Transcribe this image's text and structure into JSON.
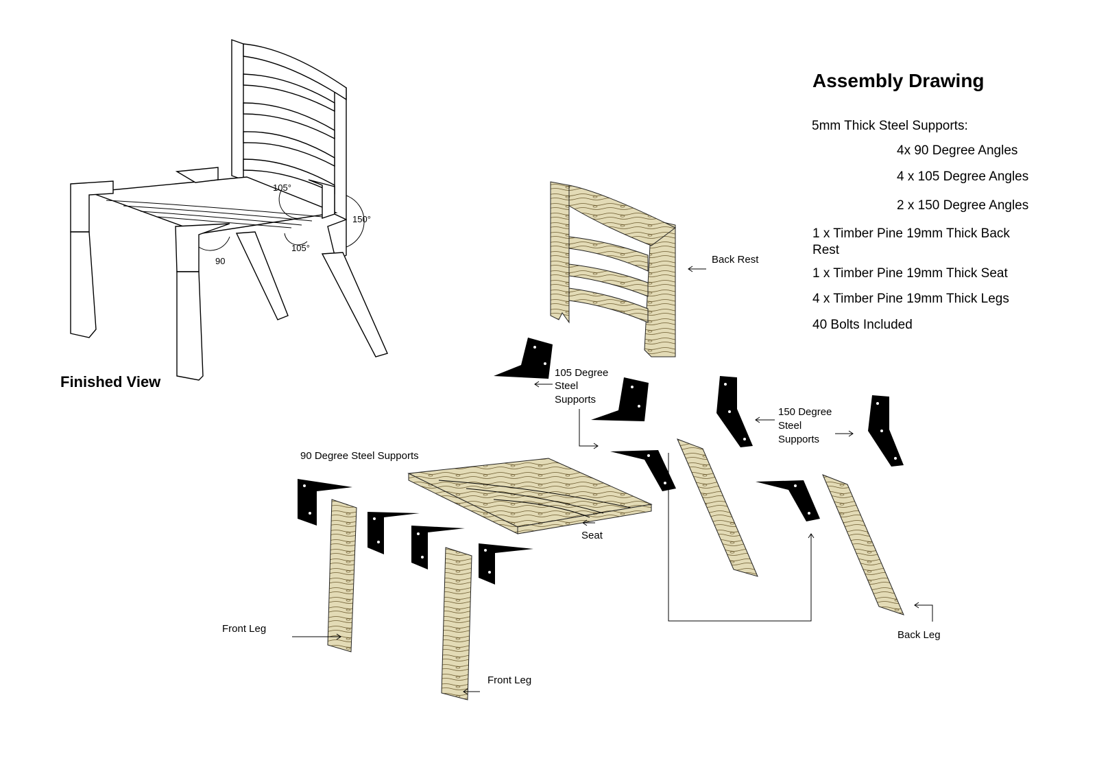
{
  "title": "Assembly Drawing",
  "finished_view_label": "Finished View",
  "specs": {
    "steel_header": "5mm Thick Steel Supports:",
    "steel_items": [
      "4x 90 Degree Angles",
      "4 x 105 Degree Angles",
      "2 x 150 Degree Angles"
    ],
    "timber_items": [
      "1 x Timber Pine 19mm Thick Back",
      "Rest",
      "1 x Timber Pine 19mm Thick Seat",
      "4 x Timber Pine 19mm Thick Legs",
      "40 Bolts Included"
    ]
  },
  "angle_labels": [
    "105°",
    "150°",
    "105°",
    "90"
  ],
  "part_labels": {
    "back_rest": "Back Rest",
    "supports_105": [
      "105 Degree",
      "Steel",
      "Supports"
    ],
    "supports_150": [
      "150 Degree",
      "Steel",
      "Supports"
    ],
    "supports_90": "90 Degree Steel Supports",
    "seat": "Seat",
    "front_leg_1": "Front Leg",
    "front_leg_2": "Front Leg",
    "back_leg": "Back Leg"
  },
  "colors": {
    "steel": "#000000",
    "timber": "#d8cfa6",
    "grain": "#6b5a2e"
  }
}
